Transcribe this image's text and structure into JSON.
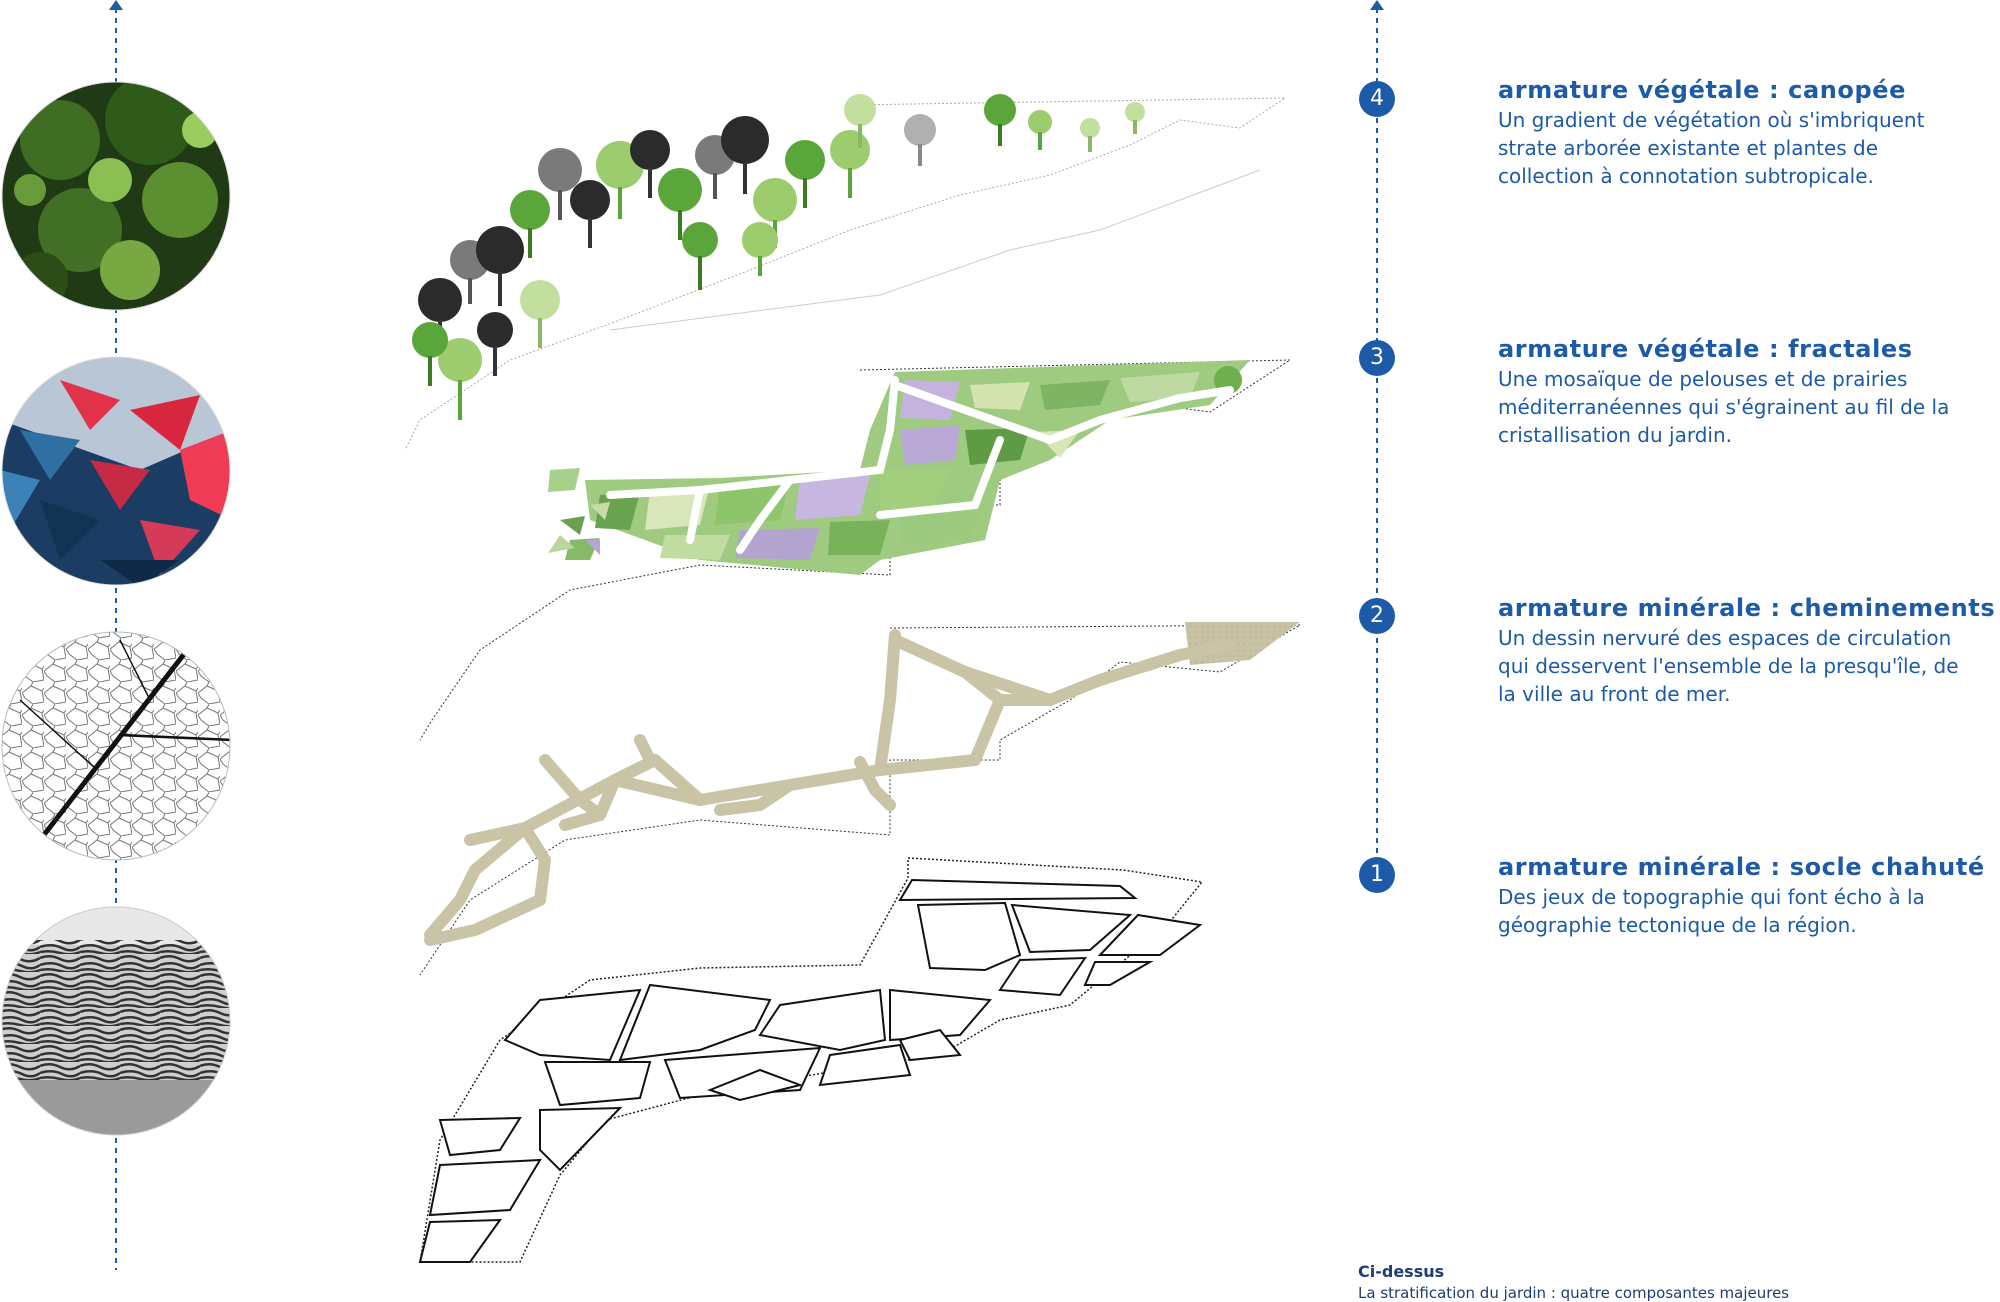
{
  "layers": [
    {
      "number": "4",
      "title": "armature végétale : canopée",
      "lines": [
        "Un gradient de végétation où s'imbriquent",
        "strate arborée existante et plantes de",
        "collection à connotation subtropicale."
      ],
      "image": "tropical-canopy-photo"
    },
    {
      "number": "3",
      "title": "armature végétale : fractales",
      "lines": [
        "Une mosaïque de pelouses et de prairies",
        "méditerranéennes qui s'égrainent au fil de la",
        "cristallisation du jardin."
      ],
      "image": "red-blue-fractal-pattern"
    },
    {
      "number": "2",
      "title": "armature minérale : cheminements",
      "lines": [
        "Un dessin nervuré des espaces de circulation",
        "qui desservent l'ensemble de la presqu'île, de",
        "la ville au front de mer."
      ],
      "image": "leaf-vein-drawing"
    },
    {
      "number": "1",
      "title": "armature minérale : socle chahuté",
      "lines": [
        "Des jeux de topographie qui font écho à la",
        "géographie tectonique de la région."
      ],
      "image": "folded-rock-strata-photo"
    }
  ],
  "caption": {
    "title": "Ci-dessus",
    "subtitle": "La stratification du jardin : quatre composantes majeures"
  },
  "colors": {
    "accent_blue": "#1d5aa8",
    "path_beige": "#c9c4a6",
    "lawn_greens": [
      "#8fbf6a",
      "#a9cf8e",
      "#c3b6d8",
      "#d9e6b8",
      "#6fa35b"
    ],
    "tree_colors": [
      "#2b2b2b",
      "#7a7a7a",
      "#5aa63a",
      "#9ccc6e",
      "#c2df9e"
    ]
  }
}
